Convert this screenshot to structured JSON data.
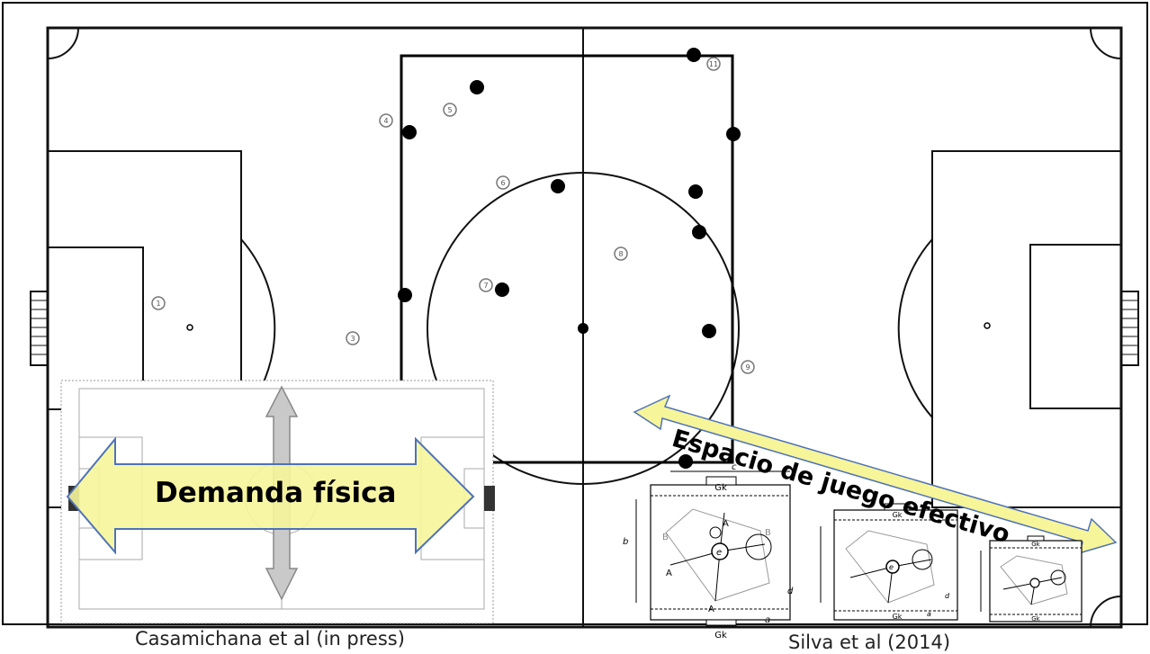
{
  "captions": {
    "left": "Casamichana et al (in press)",
    "right": "Silva et al (2014)"
  },
  "arrows": {
    "physical_demand": "Demanda física",
    "effective_space": "Espacio de juego efectivo"
  },
  "players": {
    "labels": [
      "1",
      "3",
      "4",
      "5",
      "6",
      "7",
      "8",
      "9",
      "11"
    ]
  },
  "diagram_labels": {
    "goalkeeper": "Gk",
    "point_a": "A",
    "point_b": "B",
    "centroid": "e",
    "distance_a": "a",
    "distance_b": "b",
    "distance_c": "c",
    "distance_d": "d"
  },
  "colors": {
    "arrow_fill": "#f6f59a",
    "arrow_stroke": "#4f72b8",
    "vertical_arrow_fill": "#c9c9c9",
    "field_line": "#111111",
    "player_dark": "#000000"
  }
}
